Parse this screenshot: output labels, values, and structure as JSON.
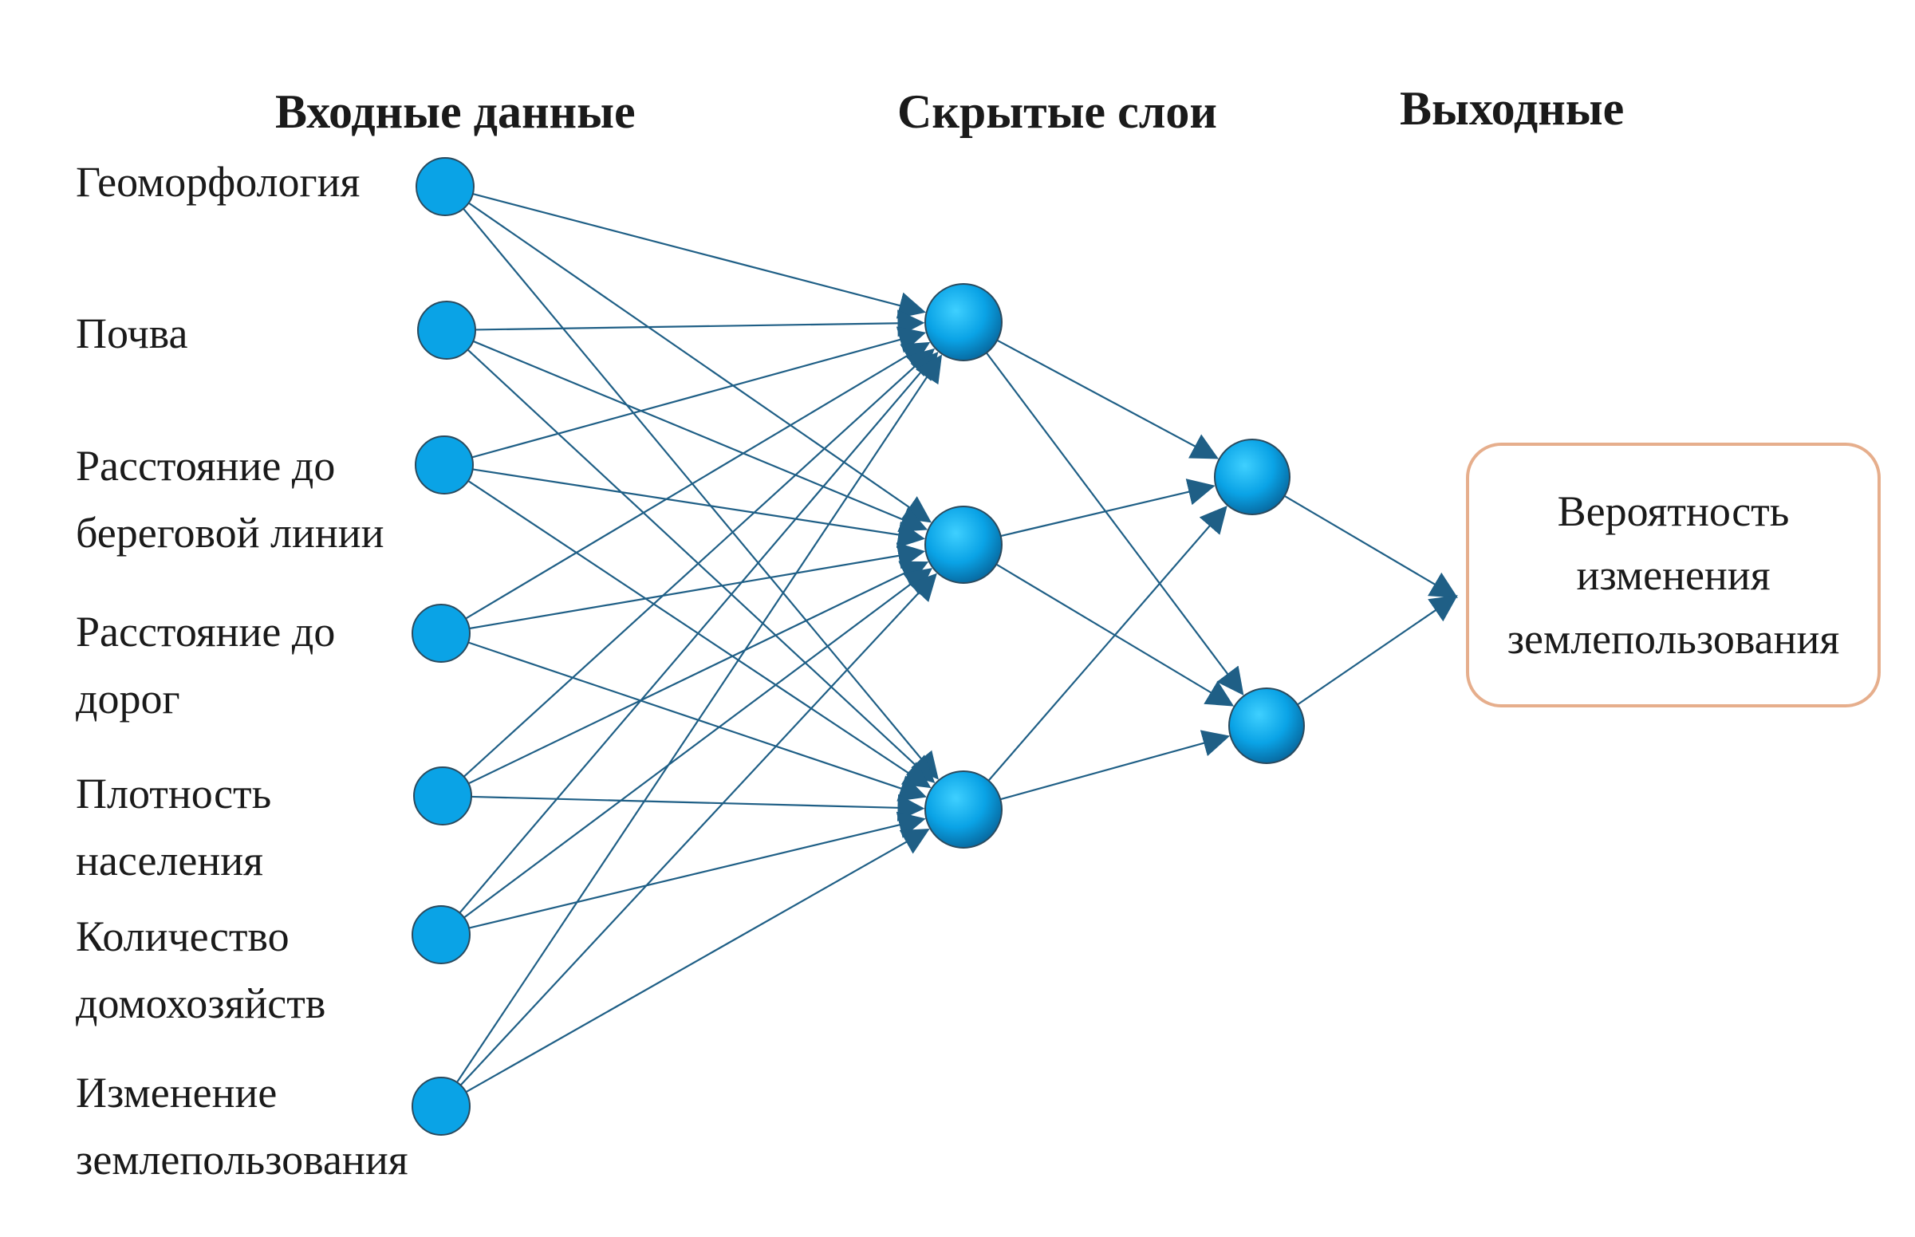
{
  "headers": {
    "input": "Входные данные",
    "hidden": "Скрытые слои",
    "output": "Выходные"
  },
  "inputs": [
    {
      "lines": [
        "Геоморфология"
      ]
    },
    {
      "lines": [
        "Почва"
      ]
    },
    {
      "lines": [
        "Расстояние до",
        "береговой линии"
      ]
    },
    {
      "lines": [
        "Расстояние до",
        "дорог"
      ]
    },
    {
      "lines": [
        "Плотность",
        "населения"
      ]
    },
    {
      "lines": [
        "Количество",
        "домохозяйств"
      ]
    },
    {
      "lines": [
        "Изменение",
        "землепользования"
      ]
    }
  ],
  "hidden_layer_1_count": 3,
  "hidden_layer_2_count": 2,
  "output": {
    "lines": [
      "Вероятность",
      "изменения",
      "землепользования"
    ]
  },
  "colors": {
    "node_fill": "#0AA3E6",
    "node_stroke": "#2A4A5E",
    "edge": "#1F5F86",
    "output_border": "#E6AE8C",
    "text": "#1a1a1a"
  }
}
